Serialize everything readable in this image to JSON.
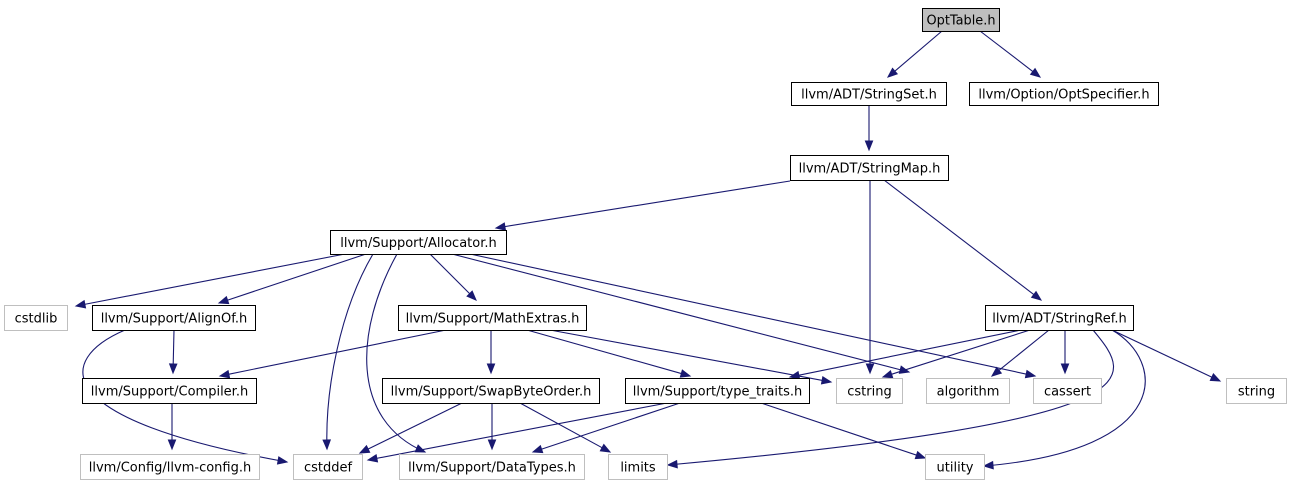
{
  "nodes": [
    {
      "id": "opttable",
      "label": "OptTable.h",
      "style": "root"
    },
    {
      "id": "stringset",
      "label": "llvm/ADT/StringSet.h",
      "style": "doc"
    },
    {
      "id": "optspecifier",
      "label": "llvm/Option/OptSpecifier.h",
      "style": "doc"
    },
    {
      "id": "stringmap",
      "label": "llvm/ADT/StringMap.h",
      "style": "doc"
    },
    {
      "id": "allocator",
      "label": "llvm/Support/Allocator.h",
      "style": "doc"
    },
    {
      "id": "cstdlib",
      "label": "cstdlib",
      "style": "ext"
    },
    {
      "id": "alignof",
      "label": "llvm/Support/AlignOf.h",
      "style": "doc"
    },
    {
      "id": "mathextras",
      "label": "llvm/Support/MathExtras.h",
      "style": "doc"
    },
    {
      "id": "stringref",
      "label": "llvm/ADT/StringRef.h",
      "style": "doc"
    },
    {
      "id": "compiler",
      "label": "llvm/Support/Compiler.h",
      "style": "doc"
    },
    {
      "id": "swapbyteorder",
      "label": "llvm/Support/SwapByteOrder.h",
      "style": "doc"
    },
    {
      "id": "typetraits",
      "label": "llvm/Support/type_traits.h",
      "style": "doc"
    },
    {
      "id": "cstring",
      "label": "cstring",
      "style": "ext"
    },
    {
      "id": "algorithm",
      "label": "algorithm",
      "style": "ext"
    },
    {
      "id": "cassert",
      "label": "cassert",
      "style": "ext"
    },
    {
      "id": "string",
      "label": "string",
      "style": "ext"
    },
    {
      "id": "llvmconfig",
      "label": "llvm/Config/llvm-config.h",
      "style": "ext"
    },
    {
      "id": "cstddef",
      "label": "cstddef",
      "style": "ext"
    },
    {
      "id": "datatypes",
      "label": "llvm/Support/DataTypes.h",
      "style": "ext"
    },
    {
      "id": "limits",
      "label": "limits",
      "style": "ext"
    },
    {
      "id": "utility",
      "label": "utility",
      "style": "ext"
    }
  ],
  "edges": [
    {
      "from": "opttable",
      "to": "stringset"
    },
    {
      "from": "opttable",
      "to": "optspecifier"
    },
    {
      "from": "stringset",
      "to": "stringmap"
    },
    {
      "from": "stringmap",
      "to": "allocator"
    },
    {
      "from": "stringmap",
      "to": "cstring"
    },
    {
      "from": "stringmap",
      "to": "stringref"
    },
    {
      "from": "allocator",
      "to": "cstdlib"
    },
    {
      "from": "allocator",
      "to": "alignof"
    },
    {
      "from": "allocator",
      "to": "mathextras"
    },
    {
      "from": "allocator",
      "to": "cstddef"
    },
    {
      "from": "allocator",
      "to": "datatypes"
    },
    {
      "from": "allocator",
      "to": "algorithm"
    },
    {
      "from": "allocator",
      "to": "cassert"
    },
    {
      "from": "alignof",
      "to": "compiler"
    },
    {
      "from": "alignof",
      "to": "cstddef"
    },
    {
      "from": "mathextras",
      "to": "compiler"
    },
    {
      "from": "mathextras",
      "to": "swapbyteorder"
    },
    {
      "from": "mathextras",
      "to": "typetraits"
    },
    {
      "from": "mathextras",
      "to": "cstring"
    },
    {
      "from": "compiler",
      "to": "llvmconfig"
    },
    {
      "from": "swapbyteorder",
      "to": "cstddef"
    },
    {
      "from": "swapbyteorder",
      "to": "datatypes"
    },
    {
      "from": "swapbyteorder",
      "to": "limits"
    },
    {
      "from": "typetraits",
      "to": "cstddef"
    },
    {
      "from": "typetraits",
      "to": "datatypes"
    },
    {
      "from": "typetraits",
      "to": "utility"
    },
    {
      "from": "stringref",
      "to": "typetraits"
    },
    {
      "from": "stringref",
      "to": "cstring"
    },
    {
      "from": "stringref",
      "to": "algorithm"
    },
    {
      "from": "stringref",
      "to": "cassert"
    },
    {
      "from": "stringref",
      "to": "string"
    },
    {
      "from": "stringref",
      "to": "limits"
    },
    {
      "from": "stringref",
      "to": "utility"
    }
  ],
  "colors": {
    "edge": "#191970",
    "doc_border": "#000000",
    "ext_border": "#bfbfbf",
    "root_fill": "#bfbfbf"
  }
}
